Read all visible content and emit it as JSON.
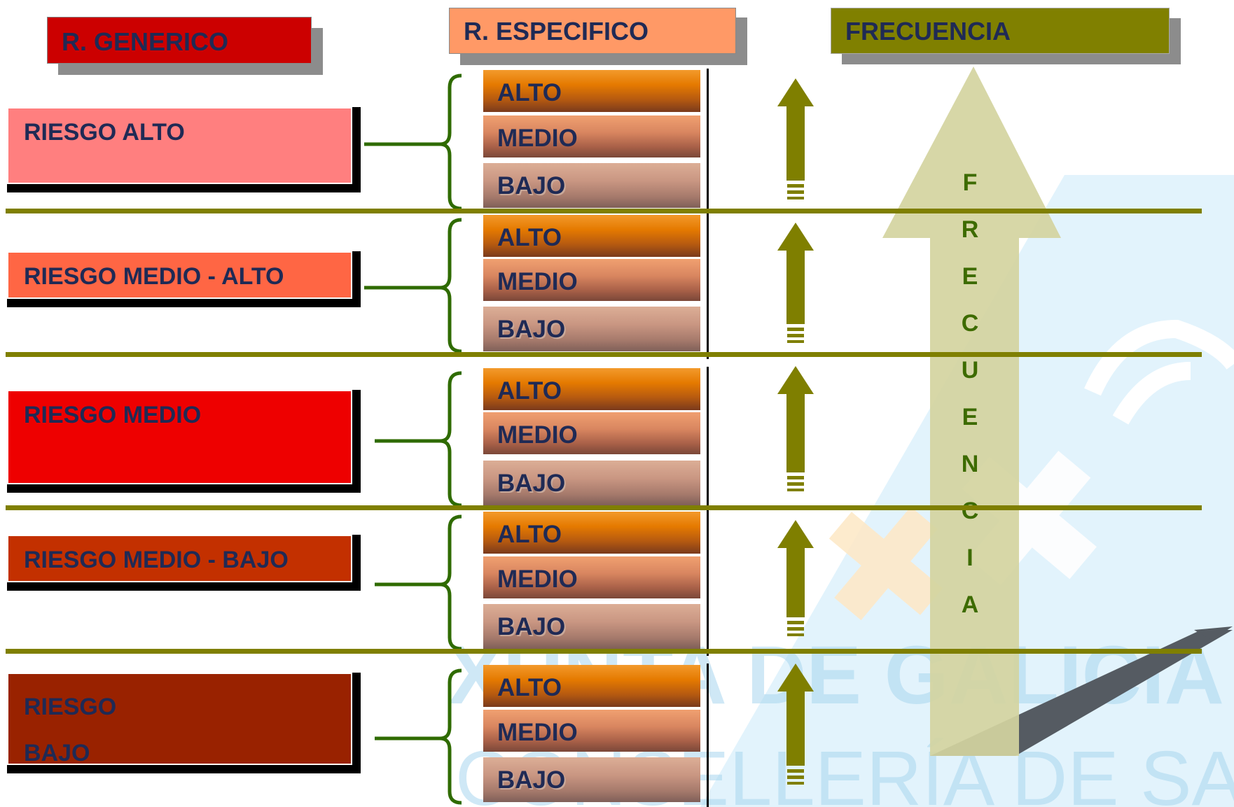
{
  "headers": {
    "generico": "R. GENERICO",
    "especifico": "R. ESPECIFICO",
    "frecuencia": "FRECUENCIA"
  },
  "generic_risks": [
    {
      "line1": "RIESGO ALTO",
      "line2": ""
    },
    {
      "line1": "RIESGO MEDIO - ALTO",
      "line2": ""
    },
    {
      "line1": "RIESGO MEDIO",
      "line2": ""
    },
    {
      "line1": "RIESGO MEDIO - BAJO",
      "line2": ""
    },
    {
      "line1": "RIESGO",
      "line2": "BAJO"
    }
  ],
  "specific_levels": [
    "ALTO",
    "MEDIO",
    "BAJO"
  ],
  "frequency_letters": [
    "F",
    "R",
    "E",
    "C",
    "U",
    "E",
    "N",
    "C",
    "I",
    "A"
  ],
  "watermark": {
    "line1": "XUNTA DE GALICIA",
    "line2": "CONSELLERÍA DE SANIDADE"
  },
  "colors": {
    "generico_header": "#cc0000",
    "especifico_header": "#ff9966",
    "frecuencia_header": "#808000",
    "riesgo_alto": "#ff7f7f",
    "riesgo_medio_alto": "#ff6644",
    "riesgo_medio": "#ee0000",
    "riesgo_medio_bajo": "#c33000",
    "riesgo_bajo": "#992200",
    "olive": "#7f7f00",
    "brace": "#2f6b00",
    "big_arrow": "#d4d4a0"
  }
}
